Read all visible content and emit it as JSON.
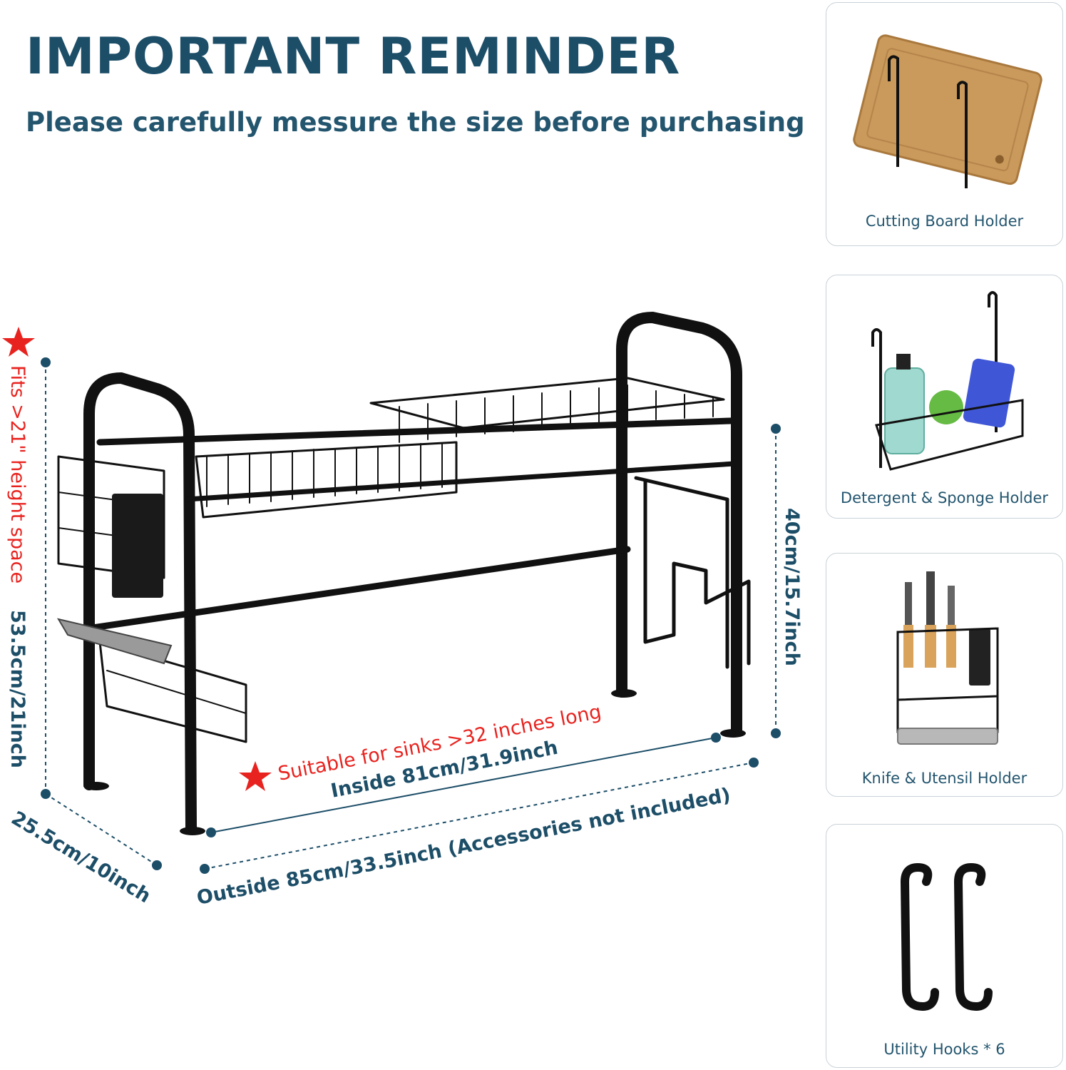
{
  "header": {
    "title": "IMPORTANT REMINDER",
    "subtitle": "Please carefully messure the size before purchasing"
  },
  "dimensions": {
    "height_space": "Fits >21\" height space",
    "total_height": "53.5cm/21inch",
    "shelf_height": "40cm/15.7inch",
    "depth": "25.5cm/10inch",
    "sink_note": "Suitable for sinks >32 inches long",
    "inside_length": "Inside 81cm/31.9inch",
    "outside_length": "Outside 85cm/33.5inch (Accessories not included)"
  },
  "accessories": [
    {
      "label": "Cutting Board Holder",
      "icon": "cutting-board-icon"
    },
    {
      "label": "Detergent & Sponge Holder",
      "icon": "sponge-holder-icon"
    },
    {
      "label": "Knife & Utensil Holder",
      "icon": "knife-holder-icon"
    },
    {
      "label": "Utility Hooks * 6",
      "icon": "hook-icon"
    }
  ],
  "colors": {
    "heading": "#1d4e68",
    "text": "#23556e",
    "highlight": "#e8231f",
    "frame": "#111111",
    "wood": "#c99a5b"
  }
}
